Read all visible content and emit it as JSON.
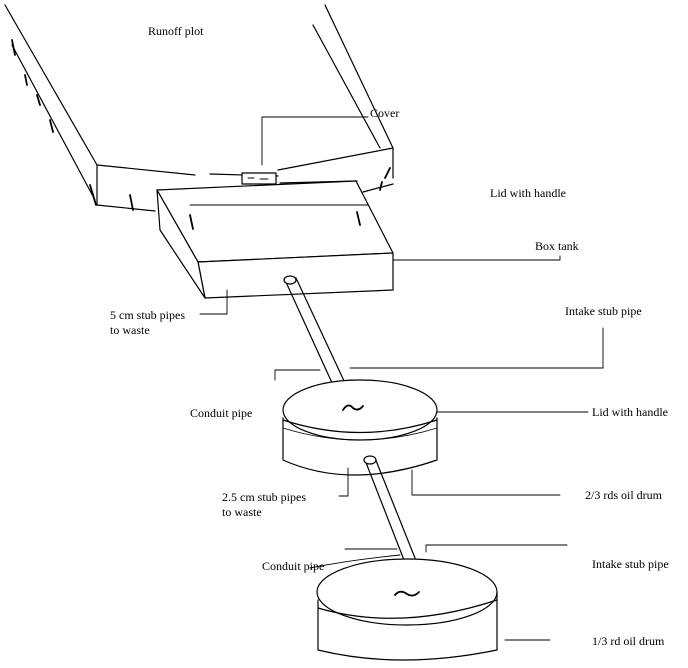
{
  "diagram": {
    "labels": {
      "runoff_plot": "Runoff plot",
      "cover": "Cover",
      "lid_with_handle_box": "Lid with handle",
      "box_tank": "Box tank",
      "stub_pipes_5cm_line1": "5 cm stub pipes",
      "stub_pipes_5cm_line2": "to waste",
      "intake_stub_pipe_upper": "Intake stub pipe",
      "conduit_pipe_upper": "Conduit pipe",
      "lid_with_handle_drum": "Lid with handle",
      "stub_pipes_25cm_line1": "2.5 cm stub pipes",
      "stub_pipes_25cm_line2": "to waste",
      "two_thirds_drum": "2/3 rds oil drum",
      "conduit_pipe_lower": "Conduit pipe",
      "intake_stub_pipe_lower": "Intake stub pipe",
      "one_third_drum": "1/3 rd oil drum"
    }
  }
}
